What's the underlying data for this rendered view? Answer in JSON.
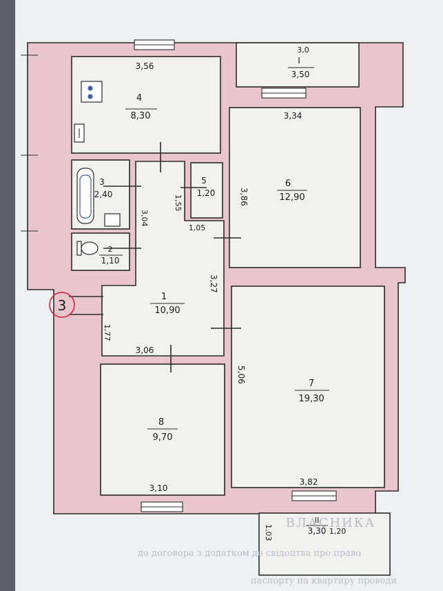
{
  "plan": {
    "accent_color": "#e9c6cd",
    "marker_color": "#d2334f",
    "marker_label": "3",
    "rooms": [
      {
        "id": "4",
        "area": "8,30",
        "dim": "3,56"
      },
      {
        "id": "3",
        "area": "2,40"
      },
      {
        "id": "2",
        "area": "1,10"
      },
      {
        "id": "5",
        "area": "1,20",
        "dim": "1,55"
      },
      {
        "id": "6",
        "area": "12,90",
        "dim_w": "3,34",
        "dim_h": "3,86"
      },
      {
        "id": "1",
        "area": "10,90",
        "dim_w": "3,06",
        "dim_h": "3,27",
        "dim_left": "1,77",
        "dim_extra": "3,04",
        "dim_small": "1,05"
      },
      {
        "id": "7",
        "area": "19,30",
        "dim_w": "3,82",
        "dim_h": "5,06"
      },
      {
        "id": "8",
        "area": "9,70",
        "dim_w": "3,10"
      }
    ],
    "balconies": [
      {
        "id": "I",
        "area": "3,50",
        "dim": "3,0"
      },
      {
        "id": "II",
        "area": "3,30",
        "dim_w": "1,03",
        "dim_h": "1,20"
      }
    ]
  },
  "footer": {
    "heading": "ВЛАСНИКА",
    "line1": "до договора з додатком до свідоцтва про право",
    "line2": "паспорту на квартиру проводи"
  }
}
